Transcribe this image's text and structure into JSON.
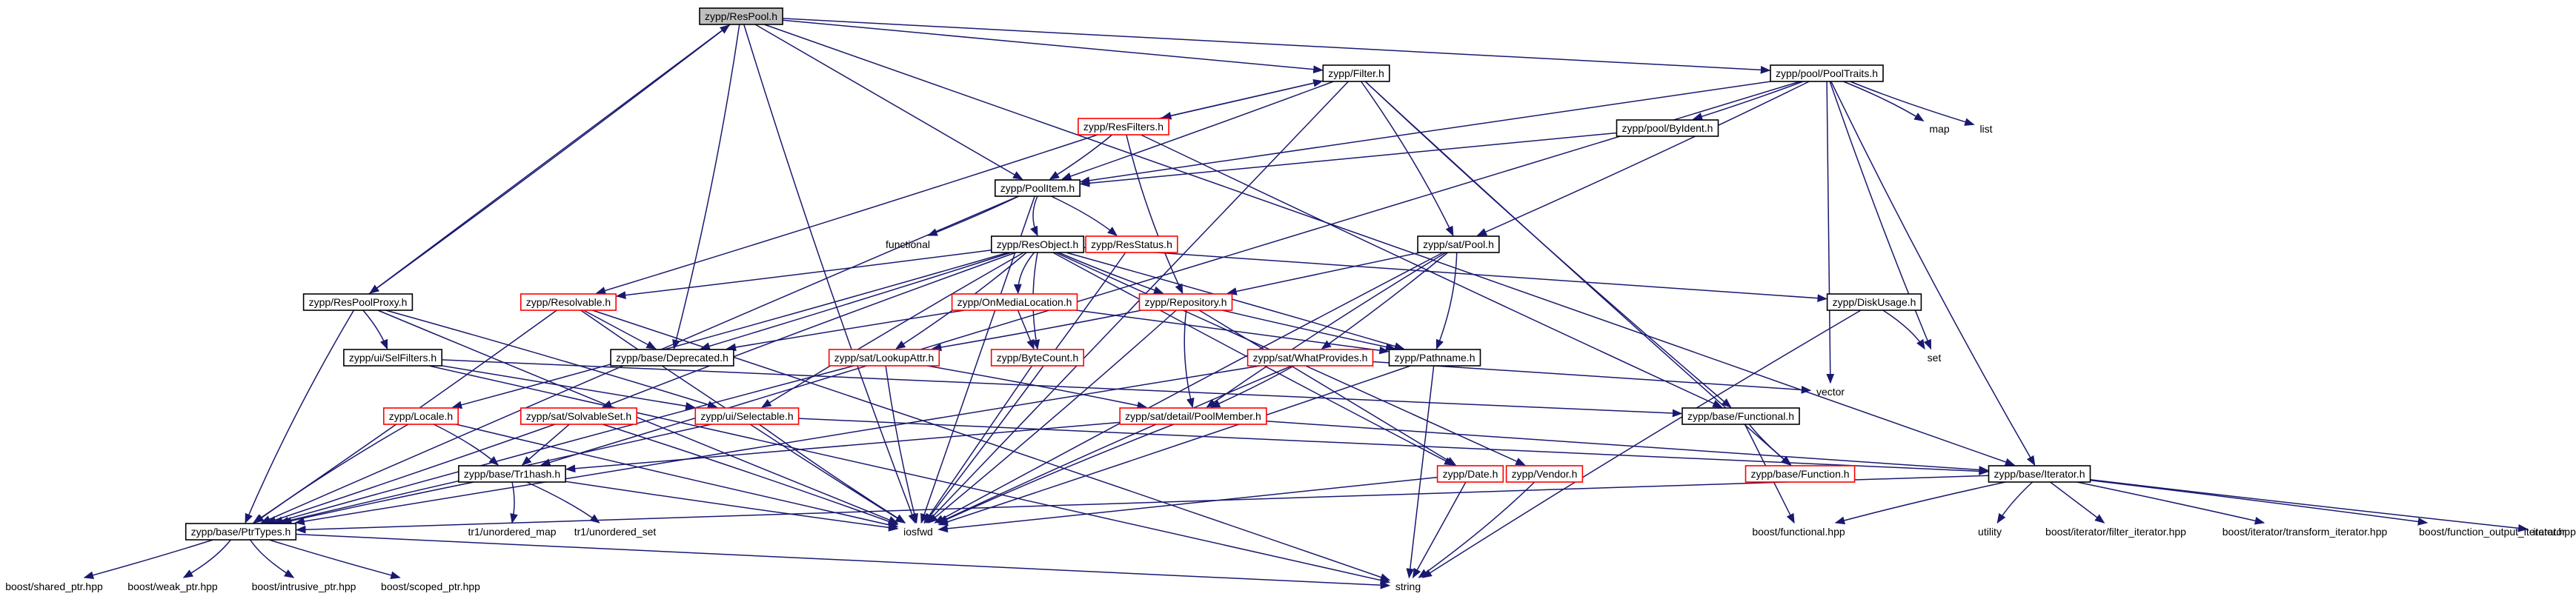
{
  "graph": {
    "root": "zypp/ResPool.h",
    "colors": {
      "root_fill": "#bfbfbf",
      "plain_border": "#000000",
      "missing_border": "#ff0000",
      "edge": "#191970",
      "label": "#000000"
    },
    "nodes": [
      {
        "id": "respool",
        "label": "zypp/ResPool.h",
        "style": "root"
      },
      {
        "id": "filter",
        "label": "zypp/Filter.h",
        "style": "plain"
      },
      {
        "id": "pooltraits",
        "label": "zypp/pool/PoolTraits.h",
        "style": "plain"
      },
      {
        "id": "resfilters",
        "label": "zypp/ResFilters.h",
        "style": "missing"
      },
      {
        "id": "byident",
        "label": "zypp/pool/ByIdent.h",
        "style": "plain"
      },
      {
        "id": "map",
        "label": "map",
        "style": "system"
      },
      {
        "id": "list",
        "label": "list",
        "style": "system"
      },
      {
        "id": "poolitem",
        "label": "zypp/PoolItem.h",
        "style": "plain"
      },
      {
        "id": "functional",
        "label": "functional",
        "style": "system"
      },
      {
        "id": "resstatus",
        "label": "zypp/ResStatus.h",
        "style": "missing"
      },
      {
        "id": "resobject",
        "label": "zypp/ResObject.h",
        "style": "plain"
      },
      {
        "id": "satpool",
        "label": "zypp/sat/Pool.h",
        "style": "plain"
      },
      {
        "id": "respoolproxy",
        "label": "zypp/ResPoolProxy.h",
        "style": "plain"
      },
      {
        "id": "resolvable",
        "label": "zypp/Resolvable.h",
        "style": "missing"
      },
      {
        "id": "ondemand",
        "label": "zypp/OnMediaLocation.h",
        "style": "missing"
      },
      {
        "id": "repository",
        "label": "zypp/Repository.h",
        "style": "missing"
      },
      {
        "id": "diskusage",
        "label": "zypp/DiskUsage.h",
        "style": "plain"
      },
      {
        "id": "deprecated",
        "label": "zypp/base/Deprecated.h",
        "style": "plain"
      },
      {
        "id": "set",
        "label": "set",
        "style": "system"
      },
      {
        "id": "selfilters",
        "label": "zypp/ui/SelFilters.h",
        "style": "plain"
      },
      {
        "id": "lookupattr",
        "label": "zypp/sat/LookupAttr.h",
        "style": "missing"
      },
      {
        "id": "bytecount",
        "label": "zypp/ByteCount.h",
        "style": "missing"
      },
      {
        "id": "whatprovides",
        "label": "zypp/sat/WhatProvides.h",
        "style": "missing"
      },
      {
        "id": "pathname",
        "label": "zypp/Pathname.h",
        "style": "plain"
      },
      {
        "id": "vector",
        "label": "vector",
        "style": "system"
      },
      {
        "id": "locale",
        "label": "zypp/Locale.h",
        "style": "missing"
      },
      {
        "id": "solvableset",
        "label": "zypp/sat/SolvableSet.h",
        "style": "missing"
      },
      {
        "id": "selectable",
        "label": "zypp/ui/Selectable.h",
        "style": "missing"
      },
      {
        "id": "poolmember",
        "label": "zypp/sat/detail/PoolMember.h",
        "style": "missing"
      },
      {
        "id": "basefunctional",
        "label": "zypp/base/Functional.h",
        "style": "plain"
      },
      {
        "id": "tr1hash",
        "label": "zypp/base/Tr1hash.h",
        "style": "plain"
      },
      {
        "id": "date",
        "label": "zypp/Date.h",
        "style": "missing"
      },
      {
        "id": "vendor",
        "label": "zypp/Vendor.h",
        "style": "missing"
      },
      {
        "id": "basefunction",
        "label": "zypp/base/Function.h",
        "style": "missing"
      },
      {
        "id": "iterator",
        "label": "zypp/base/Iterator.h",
        "style": "plain"
      },
      {
        "id": "ptrtypes",
        "label": "zypp/base/PtrTypes.h",
        "style": "plain"
      },
      {
        "id": "tr1map",
        "label": "tr1/unordered_map",
        "style": "system"
      },
      {
        "id": "tr1set",
        "label": "tr1/unordered_set",
        "style": "system"
      },
      {
        "id": "iosfwd",
        "label": "iosfwd",
        "style": "system"
      },
      {
        "id": "boostfunctional",
        "label": "boost/functional.hpp",
        "style": "system"
      },
      {
        "id": "utility",
        "label": "utility",
        "style": "system"
      },
      {
        "id": "filteriter",
        "label": "boost/iterator/filter_iterator.hpp",
        "style": "system"
      },
      {
        "id": "transformiter",
        "label": "boost/iterator/transform_iterator.hpp",
        "style": "system"
      },
      {
        "id": "funcoutiter",
        "label": "boost/function_output_iterator.hpp",
        "style": "system"
      },
      {
        "id": "iteratorstd",
        "label": "iterator",
        "style": "system"
      },
      {
        "id": "sharedptr",
        "label": "boost/shared_ptr.hpp",
        "style": "system"
      },
      {
        "id": "weakptr",
        "label": "boost/weak_ptr.hpp",
        "style": "system"
      },
      {
        "id": "intrusiveptr",
        "label": "boost/intrusive_ptr.hpp",
        "style": "system"
      },
      {
        "id": "scopedptr",
        "label": "boost/scoped_ptr.hpp",
        "style": "system"
      },
      {
        "id": "string",
        "label": "string",
        "style": "system"
      }
    ],
    "edges": [
      [
        "respool",
        "filter"
      ],
      [
        "respool",
        "pooltraits"
      ],
      [
        "respool",
        "poolitem"
      ],
      [
        "respool",
        "respoolproxy"
      ],
      [
        "respool",
        "deprecated"
      ],
      [
        "respool",
        "iosfwd"
      ],
      [
        "respool",
        "iterator"
      ],
      [
        "filter",
        "resfilters"
      ],
      [
        "filter",
        "poolitem"
      ],
      [
        "filter",
        "satpool"
      ],
      [
        "filter",
        "basefunctional"
      ],
      [
        "filter",
        "basefunction"
      ],
      [
        "filter",
        "iosfwd"
      ],
      [
        "pooltraits",
        "byident"
      ],
      [
        "pooltraits",
        "map"
      ],
      [
        "pooltraits",
        "list"
      ],
      [
        "pooltraits",
        "set"
      ],
      [
        "pooltraits",
        "vector"
      ],
      [
        "pooltraits",
        "poolitem"
      ],
      [
        "pooltraits",
        "satpool"
      ],
      [
        "pooltraits",
        "iterator"
      ],
      [
        "pooltraits",
        "tr1hash"
      ],
      [
        "resfilters",
        "filter"
      ],
      [
        "resfilters",
        "poolitem"
      ],
      [
        "resfilters",
        "resolvable"
      ],
      [
        "resfilters",
        "repository"
      ],
      [
        "resfilters",
        "basefunctional"
      ],
      [
        "byident",
        "poolitem"
      ],
      [
        "poolitem",
        "functional"
      ],
      [
        "poolitem",
        "resstatus"
      ],
      [
        "poolitem",
        "resobject"
      ],
      [
        "poolitem",
        "ptrtypes"
      ],
      [
        "poolitem",
        "iosfwd"
      ],
      [
        "resstatus",
        "iosfwd"
      ],
      [
        "resobject",
        "resolvable"
      ],
      [
        "resobject",
        "ondemand"
      ],
      [
        "resobject",
        "repository"
      ],
      [
        "resobject",
        "diskusage"
      ],
      [
        "resobject",
        "deprecated"
      ],
      [
        "resobject",
        "lookupattr"
      ],
      [
        "resobject",
        "bytecount"
      ],
      [
        "resobject",
        "date"
      ],
      [
        "resobject",
        "vendor"
      ],
      [
        "resobject",
        "pathname"
      ],
      [
        "resobject",
        "locale"
      ],
      [
        "resobject",
        "solvableset"
      ],
      [
        "resobject",
        "selectable"
      ],
      [
        "satpool",
        "repository"
      ],
      [
        "satpool",
        "whatprovides"
      ],
      [
        "satpool",
        "pathname"
      ],
      [
        "satpool",
        "poolmember"
      ],
      [
        "satpool",
        "iosfwd"
      ],
      [
        "respoolproxy",
        "respool"
      ],
      [
        "respoolproxy",
        "selfilters"
      ],
      [
        "respoolproxy",
        "selectable"
      ],
      [
        "respoolproxy",
        "ptrtypes"
      ],
      [
        "respoolproxy",
        "iosfwd"
      ],
      [
        "resolvable",
        "deprecated"
      ],
      [
        "resolvable",
        "ptrtypes"
      ],
      [
        "resolvable",
        "string"
      ],
      [
        "resolvable",
        "iosfwd"
      ],
      [
        "ondemand",
        "deprecated"
      ],
      [
        "ondemand",
        "bytecount"
      ],
      [
        "ondemand",
        "pathname"
      ],
      [
        "repository",
        "lookupattr"
      ],
      [
        "repository",
        "poolmember"
      ],
      [
        "repository",
        "pathname"
      ],
      [
        "repository",
        "date"
      ],
      [
        "repository",
        "iosfwd"
      ],
      [
        "diskusage",
        "set"
      ],
      [
        "diskusage",
        "string"
      ],
      [
        "selfilters",
        "basefunctional"
      ],
      [
        "selfilters",
        "selectable"
      ],
      [
        "selfilters",
        "string"
      ],
      [
        "lookupattr",
        "poolmember"
      ],
      [
        "lookupattr",
        "ptrtypes"
      ],
      [
        "lookupattr",
        "iosfwd"
      ],
      [
        "bytecount",
        "iosfwd"
      ],
      [
        "whatprovides",
        "poolmember"
      ],
      [
        "whatprovides",
        "vector"
      ],
      [
        "whatprovides",
        "iosfwd"
      ],
      [
        "whatprovides",
        "ptrtypes"
      ],
      [
        "pathname",
        "string"
      ],
      [
        "pathname",
        "iosfwd"
      ],
      [
        "locale",
        "tr1hash"
      ],
      [
        "locale",
        "ptrtypes"
      ],
      [
        "locale",
        "iosfwd"
      ],
      [
        "solvableset",
        "tr1hash"
      ],
      [
        "solvableset",
        "ptrtypes"
      ],
      [
        "solvableset",
        "iosfwd"
      ],
      [
        "selectable",
        "ptrtypes"
      ],
      [
        "selectable",
        "iosfwd"
      ],
      [
        "selectable",
        "iterator"
      ],
      [
        "poolmember",
        "tr1hash"
      ],
      [
        "poolmember",
        "iterator"
      ],
      [
        "poolmember",
        "iosfwd"
      ],
      [
        "basefunctional",
        "basefunction"
      ],
      [
        "basefunctional",
        "boostfunctional"
      ],
      [
        "tr1hash",
        "tr1map"
      ],
      [
        "tr1hash",
        "tr1set"
      ],
      [
        "tr1hash",
        "iosfwd"
      ],
      [
        "tr1hash",
        "ptrtypes"
      ],
      [
        "date",
        "string"
      ],
      [
        "date",
        "iosfwd"
      ],
      [
        "vendor",
        "string"
      ],
      [
        "iterator",
        "boostfunctional"
      ],
      [
        "iterator",
        "utility"
      ],
      [
        "iterator",
        "filteriter"
      ],
      [
        "iterator",
        "transformiter"
      ],
      [
        "iterator",
        "funcoutiter"
      ],
      [
        "iterator",
        "iteratorstd"
      ],
      [
        "iterator",
        "ptrtypes"
      ],
      [
        "ptrtypes",
        "string"
      ],
      [
        "ptrtypes",
        "sharedptr"
      ],
      [
        "ptrtypes",
        "weakptr"
      ],
      [
        "ptrtypes",
        "intrusiveptr"
      ],
      [
        "ptrtypes",
        "scopedptr"
      ]
    ]
  }
}
